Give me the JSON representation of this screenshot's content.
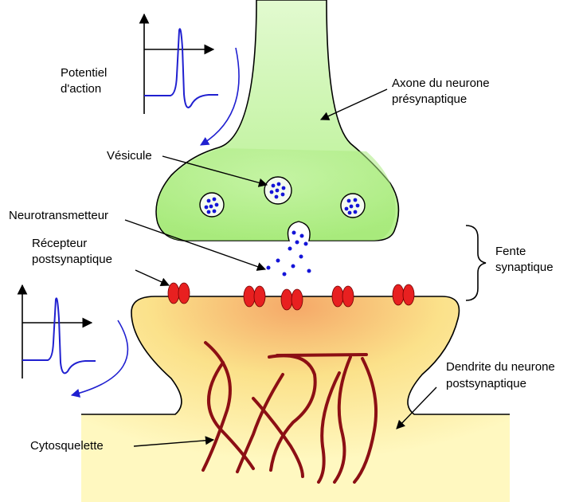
{
  "labels": {
    "potentiel_line1": "Potentiel",
    "potentiel_line2": "d'action",
    "axone_line1": "Axone du neurone",
    "axone_line2": "présynaptique",
    "vesicule": "Vésicule",
    "neurotransmetteur": "Neurotransmetteur",
    "recepteur_line1": "Récepteur",
    "recepteur_line2": "postsynaptique",
    "fente_line1": "Fente",
    "fente_line2": "synaptique",
    "dendrite_line1": "Dendrite du neurone",
    "dendrite_line2": "postsynaptique",
    "cytosquelette": "Cytosquelette"
  },
  "colors": {
    "presynaptic_fill": "#b4f08c",
    "postsynaptic_fill": "#fff2a0",
    "postsynaptic_glow": "#f7b96e",
    "receptor": "#e82020",
    "vesicle_dot": "#1414d8",
    "cytoskeleton": "#8c0f14",
    "signal_arrow": "#2020d0",
    "outline": "#000000"
  }
}
